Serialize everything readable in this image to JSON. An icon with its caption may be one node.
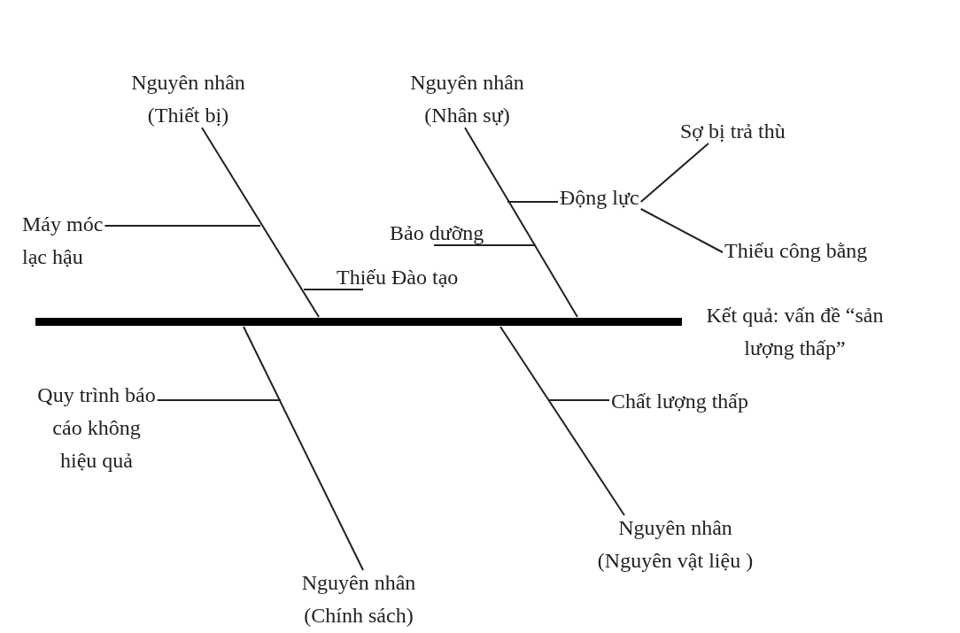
{
  "diagram": {
    "nodes": [
      {
        "text": [
          "Nguyên nhân (Thiết bị)"
        ]
      },
      {
        "text": [
          "Nguyên nhân (Nhân sự)"
        ]
      },
      {
        "text": [
          "Sợ bị trả thù"
        ]
      },
      {
        "text": [
          "Bảo dưỡng"
        ]
      },
      {
        "text": [
          "Động lực"
        ]
      },
      {
        "text": [
          "Máy móc lạc hậu"
        ]
      },
      {
        "text": [
          "Thiếu Đào tạo"
        ]
      },
      {
        "text": [
          "Thiếu công bằng"
        ]
      },
      {
        "text": [],
        "shape": "bar",
        "beside": [
          "Kết quả: vấn đề “sản lượng thấp”"
        ]
      },
      {
        "text": [
          "Quy trình báo cáo không hiệu quả"
        ]
      },
      {
        "text": [
          "Chất lượng thấp"
        ]
      },
      {
        "text": [
          "Nguyên nhân (Nguyên vật liệu )"
        ]
      },
      {
        "text": [
          "Nguyên nhân (Chính sách)"
        ]
      }
    ],
    "edges": [
      {
        "from": 0,
        "to": 8,
        "arrow": "none"
      },
      {
        "from": 1,
        "to": 8,
        "arrow": "none"
      },
      {
        "from": 12,
        "to": 8,
        "arrow": "none"
      },
      {
        "from": 11,
        "to": 8,
        "arrow": "none"
      },
      {
        "from": 5,
        "to": null,
        "arrow": "none"
      },
      {
        "from": 6,
        "to": null,
        "arrow": "none"
      },
      {
        "from": 3,
        "to": null,
        "arrow": "none"
      },
      {
        "from": 4,
        "to": null,
        "arrow": "none"
      },
      {
        "from": 2,
        "to": 4,
        "arrow": "none"
      },
      {
        "from": 7,
        "to": 4,
        "arrow": "none"
      },
      {
        "from": 9,
        "to": null,
        "arrow": "none"
      },
      {
        "from": 10,
        "to": null,
        "arrow": "none"
      }
    ]
  }
}
